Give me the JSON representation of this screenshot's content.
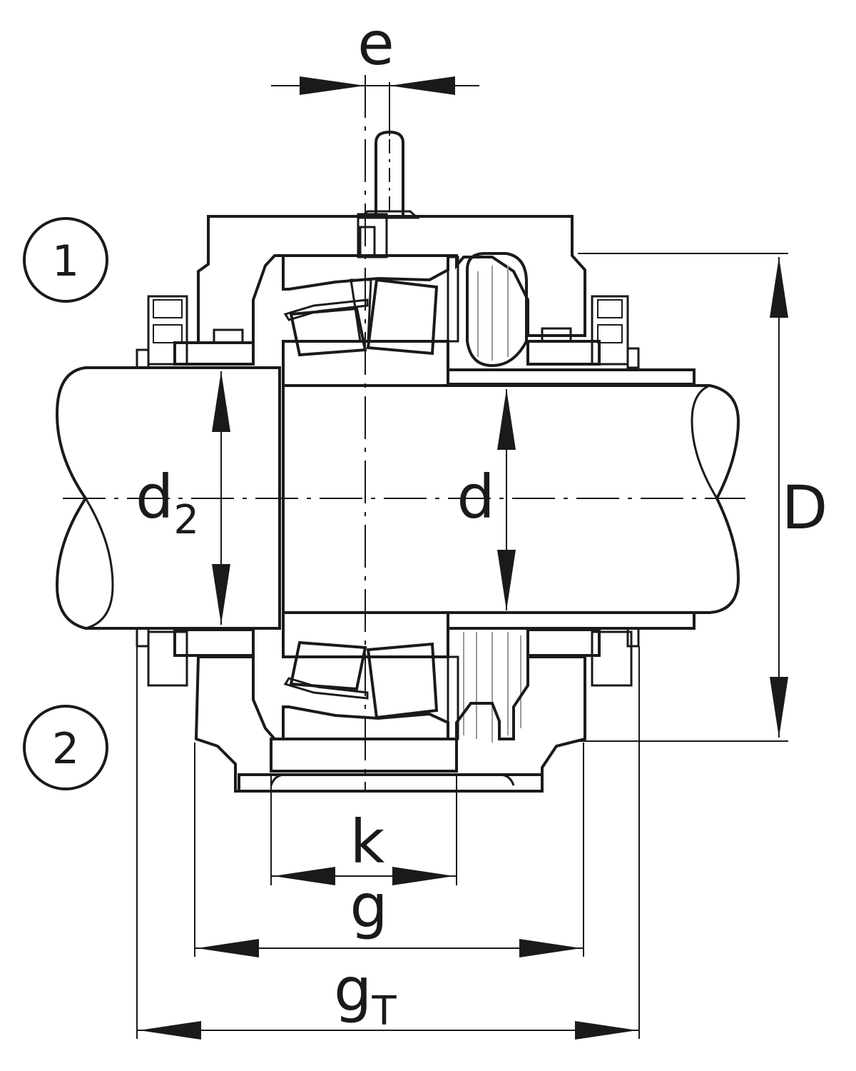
{
  "labels": {
    "e": "e",
    "d2_main": "d",
    "d2_sub": "2",
    "d": "d",
    "D": "D",
    "k": "k",
    "g": "g",
    "gT_main": "g",
    "gT_sub": "T"
  },
  "callouts": {
    "first": "1",
    "second": "2"
  }
}
